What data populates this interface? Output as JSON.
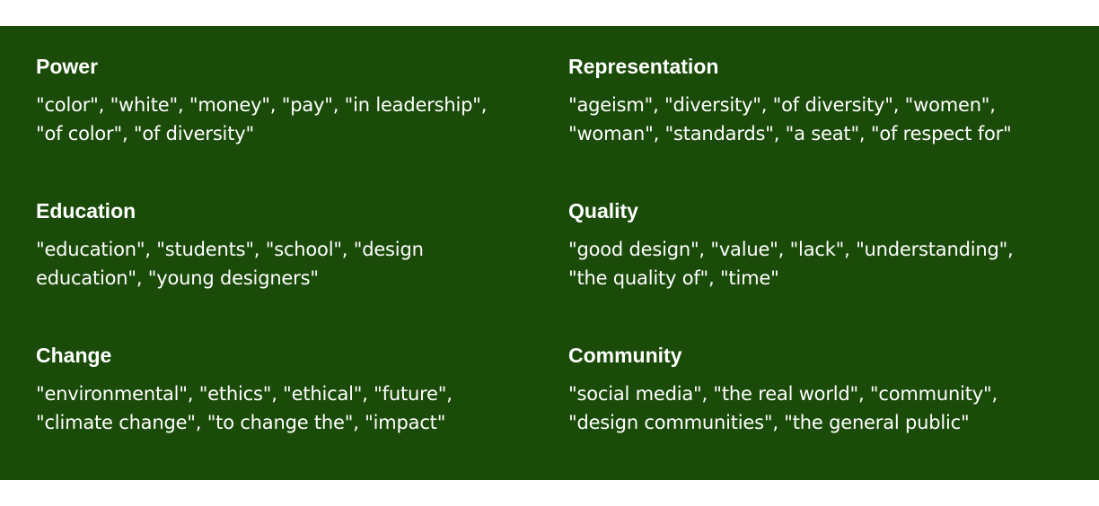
{
  "categories": [
    {
      "title": "Power",
      "lines": [
        "\"color\", \"white\", \"money\", \"pay\", \"in leadership\",",
        "\"of color\", \"of diversity\""
      ]
    },
    {
      "title": "Representation",
      "lines": [
        "\"ageism\", \"diversity\", \"of diversity\", \"women\",",
        "\"woman\", \"standards\", \"a seat\", \"of respect for\""
      ]
    },
    {
      "title": "Education",
      "lines": [
        "\"education\", \"students\", \"school\", \"design",
        "education\", \"young designers\""
      ]
    },
    {
      "title": "Quality",
      "lines": [
        "\"good design\", \"value\", \"lack\", \"understanding\",",
        "\"the quality of\", \"time\""
      ]
    },
    {
      "title": "Change",
      "lines": [
        "\"environmental\", \"ethics\", \"ethical\", \"future\",",
        "\"climate change\", \"to change the\", \"impact\""
      ]
    },
    {
      "title": "Community",
      "lines": [
        "\"social media\", \"the real world\", \"community\",",
        "\"design communities\", \"the general public\""
      ]
    }
  ],
  "colors": {
    "panel_background": "#1a4b08",
    "text": "#ffffff",
    "page_background": "#ffffff"
  }
}
